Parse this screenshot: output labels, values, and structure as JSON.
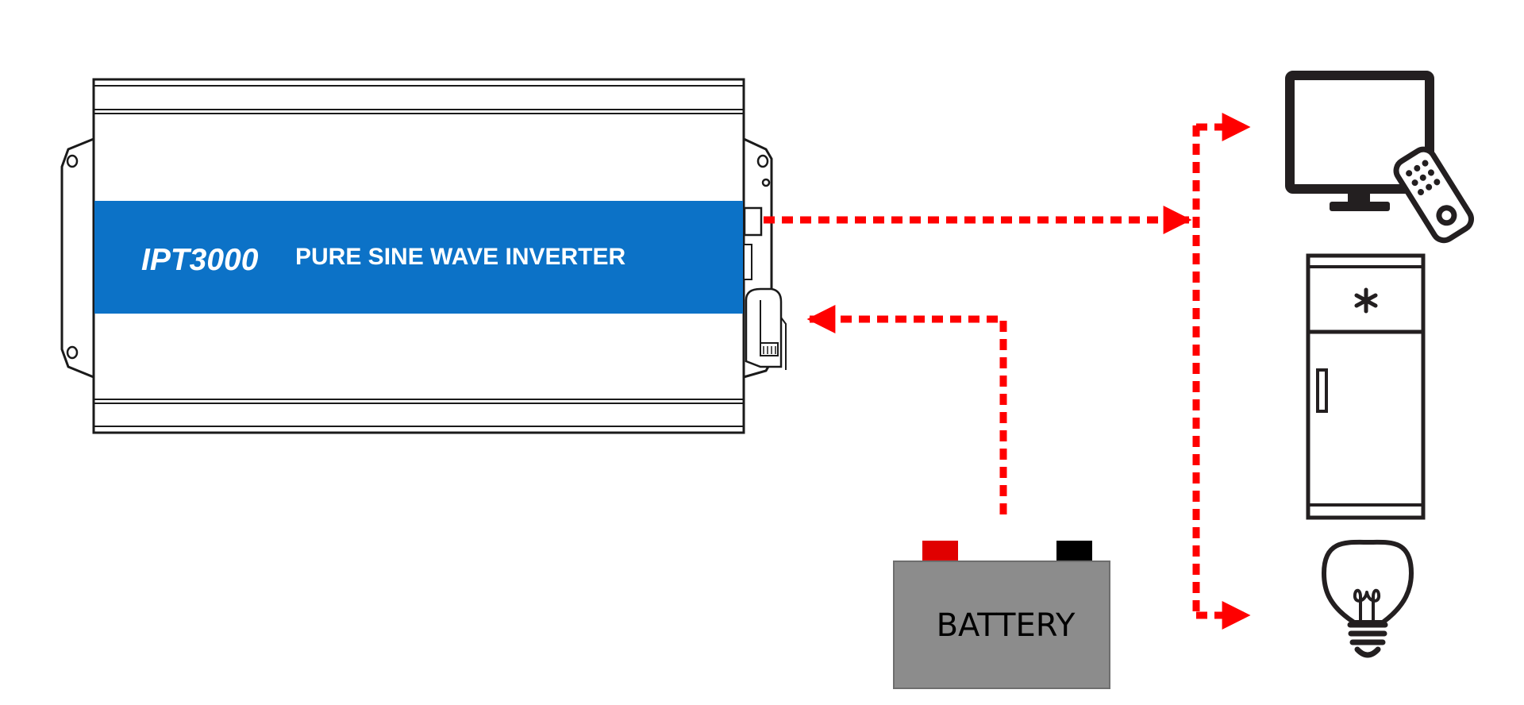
{
  "inverter": {
    "model": "IPT3000",
    "description": "PURE SINE WAVE INVERTER"
  },
  "battery": {
    "label": "BATTERY"
  },
  "loads": [
    {
      "name": "television",
      "icon": "tv-with-remote-icon"
    },
    {
      "name": "refrigerator",
      "icon": "refrigerator-icon"
    },
    {
      "name": "light bulb",
      "icon": "light-bulb-icon"
    }
  ],
  "colors": {
    "band": "#0C72C7",
    "arrow": "#FF0000",
    "outline": "#1a1a1a",
    "battery_body": "#8C8C8C",
    "battery_positive": "#E00000",
    "battery_negative": "#000000",
    "icon": "#231f20"
  }
}
